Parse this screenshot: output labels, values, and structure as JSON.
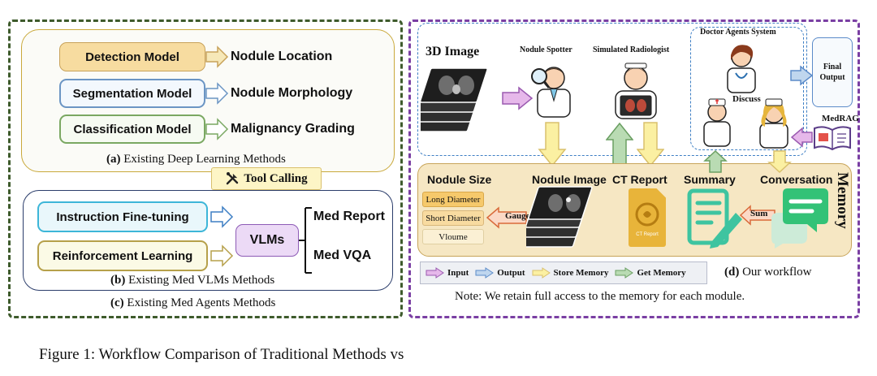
{
  "left": {
    "section_a": {
      "models": [
        {
          "label": "Detection Model",
          "output": "Nodule Location"
        },
        {
          "label": "Segmentation Model",
          "output": "Nodule Morphology"
        },
        {
          "label": "Classification Model",
          "output": "Malignancy Grading"
        }
      ],
      "caption_tag": "(a)",
      "caption": "Existing Deep Learning Methods"
    },
    "tool_calling": "Tool Calling",
    "section_b": {
      "instruction": "Instruction Fine-tuning",
      "rl": "Reinforcement Learning",
      "vlm": "VLMs",
      "outputs": [
        "Med Report",
        "Med VQA"
      ],
      "caption_tag": "(b)",
      "caption": "Existing Med VLMs Methods"
    },
    "section_c": {
      "caption_tag": "(c)",
      "caption": "Existing Med Agents Methods"
    }
  },
  "right": {
    "image_label": "3D Image",
    "nodule_spotter": "Nodule Spotter",
    "simulated_radiologist": "Simulated Radiologist",
    "doctor_agents": "Doctor Agents System",
    "discuss": "Discuss",
    "final_output": "Final Output",
    "medrag": "MedRAG",
    "memory": {
      "label": "Memory",
      "nodule_size": "Nodule Size",
      "size_items": [
        "Long Diameter",
        "Short Diameter",
        "Vloume"
      ],
      "gauge": "Gauge",
      "nodule_image": "Nodule Image",
      "ct_report": "CT Report",
      "ct_report_doc": "CT Report",
      "summary": "Summary",
      "sum": "Sum",
      "conversation": "Conversation"
    },
    "legend": [
      {
        "label": "Input",
        "color": "#e6b8ea"
      },
      {
        "label": "Output",
        "color": "#bfd6ee"
      },
      {
        "label": "Store Memory",
        "color": "#fbf0a2"
      },
      {
        "label": "Get Memory",
        "color": "#b9dbb3"
      }
    ],
    "caption_tag": "(d)",
    "caption": "Our workflow",
    "note": "Note: We retain full access to the memory for each module."
  },
  "figure_caption": "Figure 1: Workflow Comparison of Traditional Methods vs"
}
